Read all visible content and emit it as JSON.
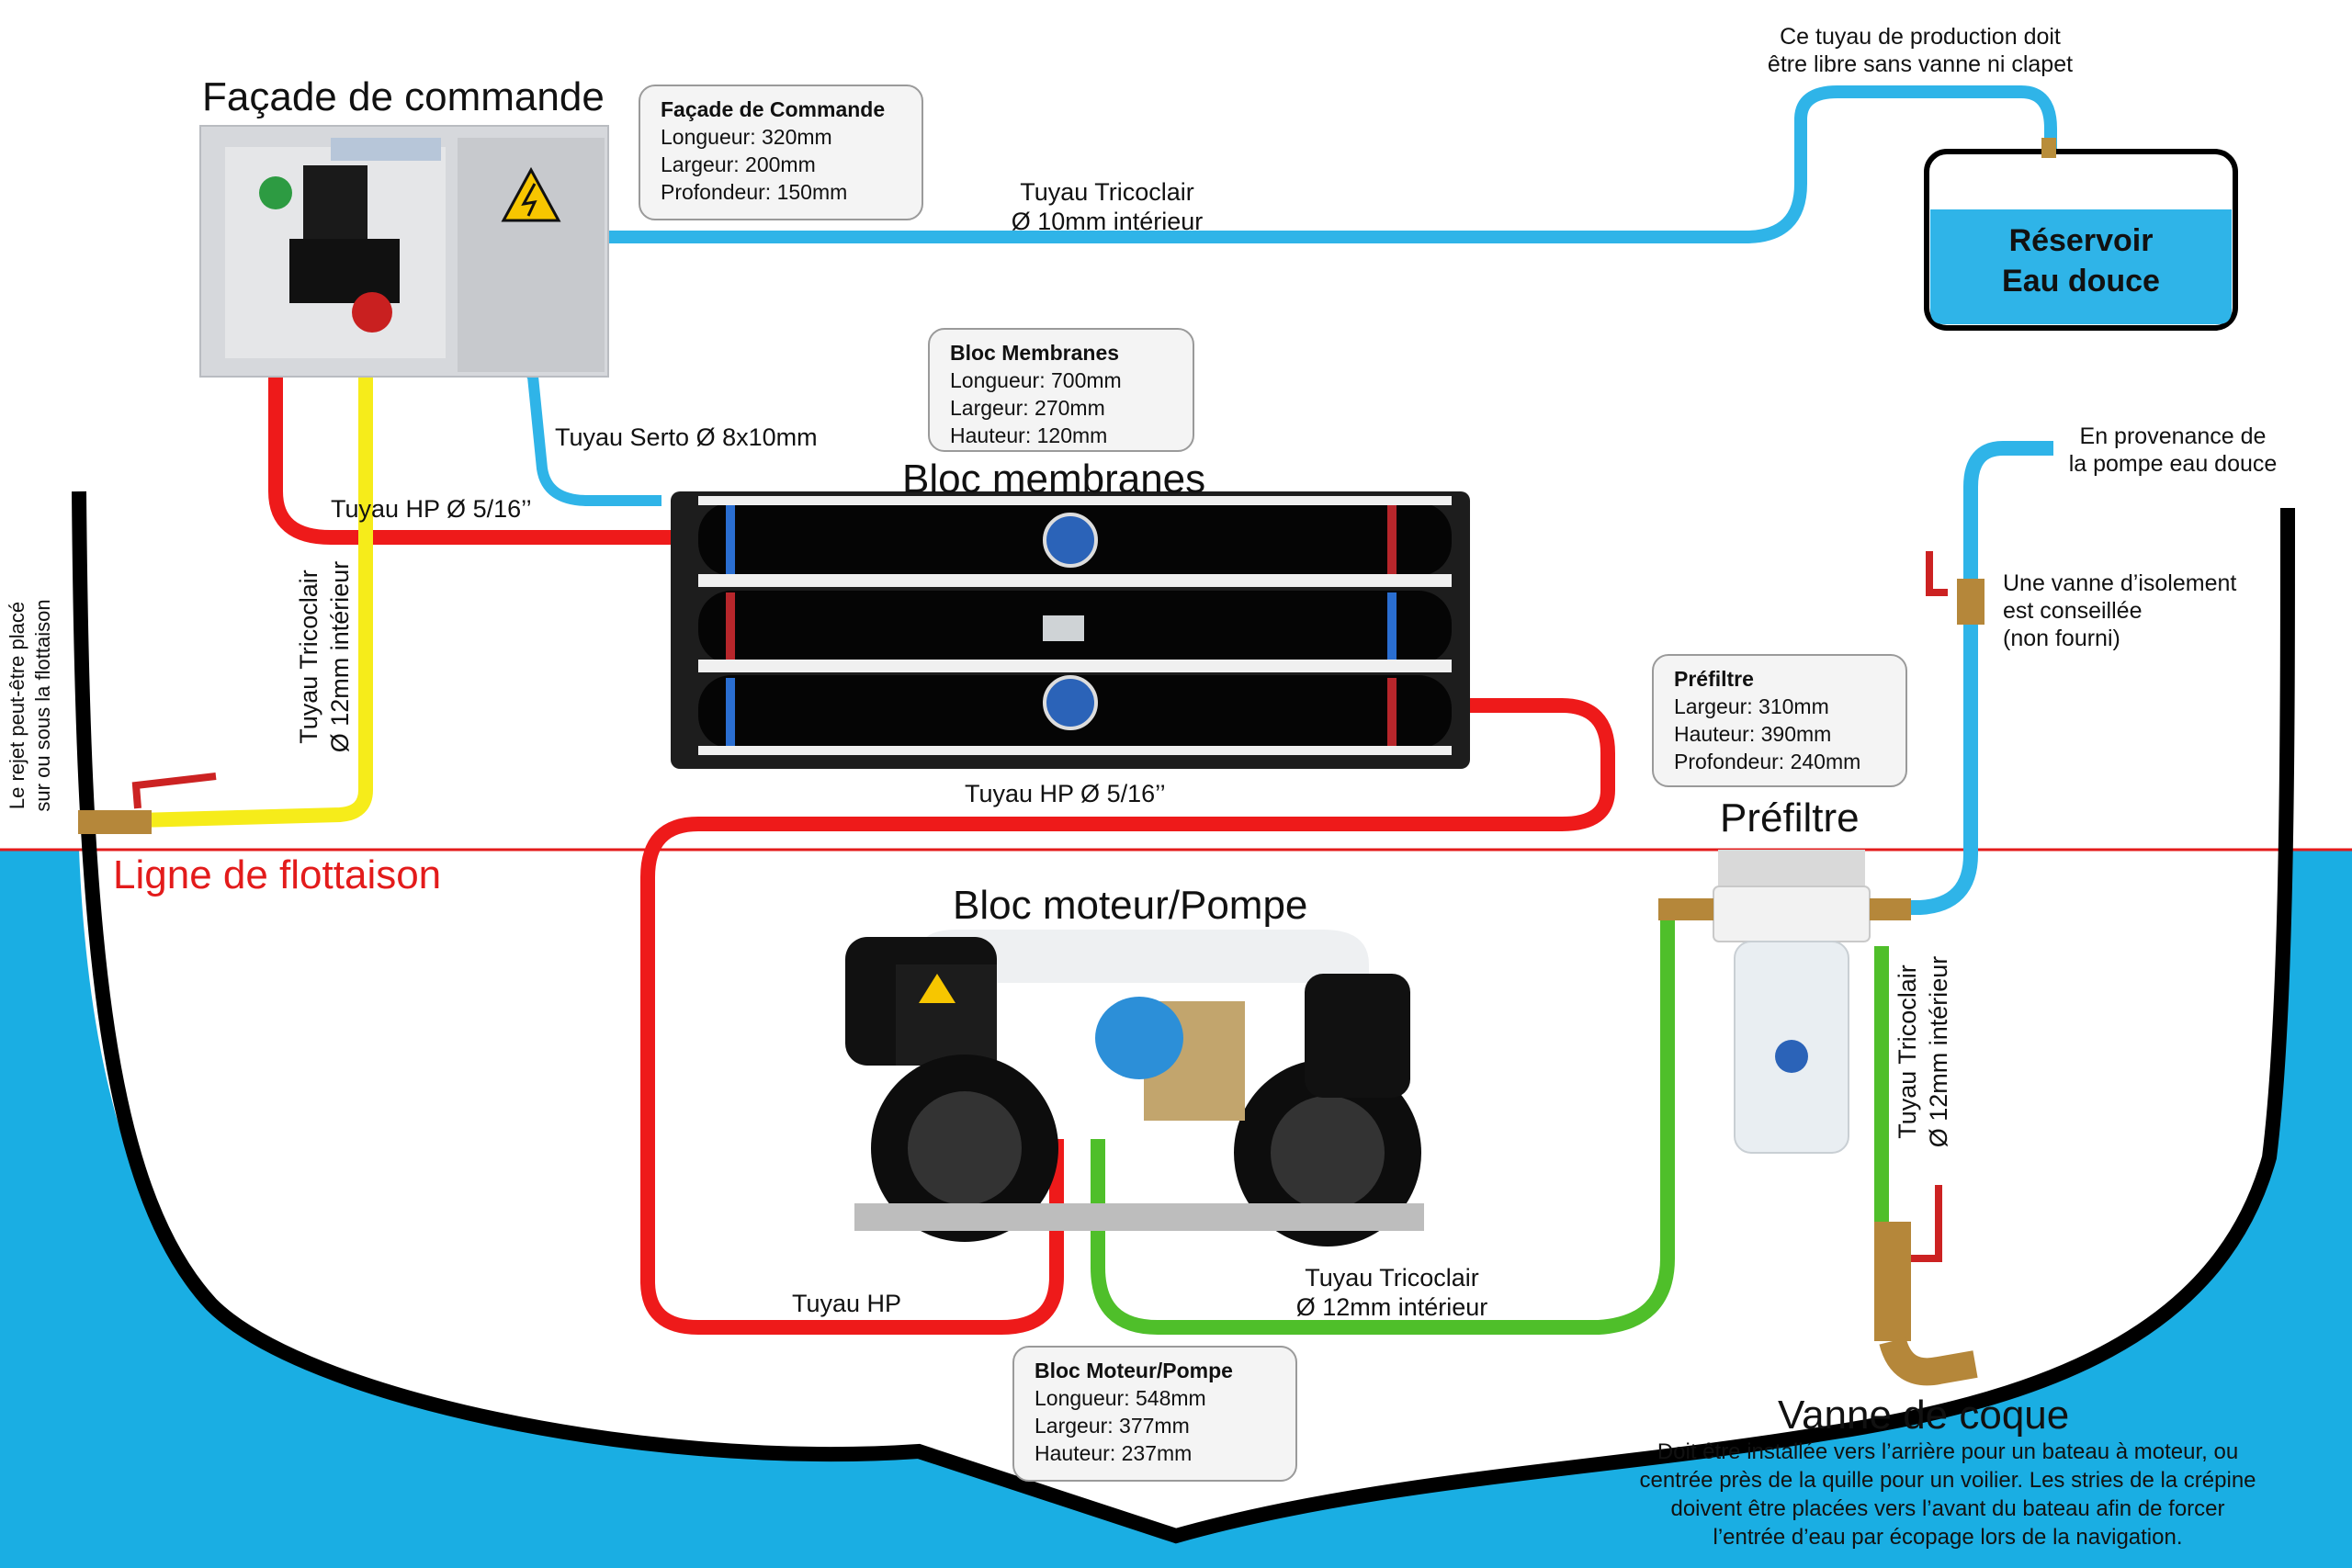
{
  "titles": {
    "facade": "Façade de commande",
    "membranes": "Bloc membranes",
    "moteur": "Bloc moteur/Pompe",
    "prefiltre": "Préfiltre",
    "flottaison": "Ligne de flottaison",
    "vanne_coque": "Vanne de coque"
  },
  "boxes": {
    "facade": {
      "title": "Façade de Commande",
      "l1": "Longueur: 320mm",
      "l2": "Largeur: 200mm",
      "l3": "Profondeur: 150mm"
    },
    "membranes": {
      "title": "Bloc Membranes",
      "l1": "Longueur: 700mm",
      "l2": "Largeur: 270mm",
      "l3": "Hauteur: 120mm"
    },
    "prefiltre": {
      "title": "Préfiltre",
      "l1": "Largeur: 310mm",
      "l2": "Hauteur: 390mm",
      "l3": "Profondeur: 240mm"
    },
    "moteur": {
      "title": "Bloc Moteur/Pompe",
      "l1": "Longueur: 548mm",
      "l2": "Largeur: 377mm",
      "l3": "Hauteur: 237mm"
    }
  },
  "pipes": {
    "tricoclair10_l1": "Tuyau Tricoclair",
    "tricoclair10_l2": "Ø 10mm intérieur",
    "serto": "Tuyau Serto Ø 8x10mm",
    "hp_top": "Tuyau HP Ø 5/16’’",
    "hp_mid": "Tuyau HP Ø 5/16’’",
    "hp_bottom": "Tuyau HP",
    "tricoclair12_bottom_l1": "Tuyau Tricoclair",
    "tricoclair12_bottom_l2": "Ø 12mm intérieur",
    "tricoclair12_left_l1": "Tuyau Tricoclair",
    "tricoclair12_left_l2": "Ø 12mm intérieur",
    "tricoclair12_right_l1": "Tuyau Tricoclair",
    "tricoclair12_right_l2": "Ø 12mm intérieur"
  },
  "notes": {
    "production_l1": "Ce tuyau de production doit",
    "production_l2": "être libre sans vanne ni clapet",
    "provenance_l1": "En provenance de",
    "provenance_l2": "la pompe eau douce",
    "vanne_iso_l1": "Une vanne d’isolement",
    "vanne_iso_l2": "est conseillée",
    "vanne_iso_l3": "(non fourni)",
    "rejet_l1": "Le rejet peut-être placé",
    "rejet_l2": "sur ou sous la flottaison",
    "coque_l1": "Doit être installée vers l’arrière pour un bateau à moteur, ou",
    "coque_l2": "centrée près de la quille pour un voilier. Les stries de la crépine",
    "coque_l3": "doivent être placées vers l’avant du bateau afin de forcer",
    "coque_l4": "l’entrée d’eau par écopage lors de la navigation."
  },
  "reservoir": {
    "l1": "Réservoir",
    "l2": "Eau douce"
  },
  "colors": {
    "water": "#1aaee3",
    "pipe_blue": "#2fb4e8",
    "pipe_red": "#ee1a1a",
    "pipe_yellow": "#f6ec1a",
    "pipe_green": "#4fbf2a",
    "hull": "#000000",
    "waterline": "#e31b1b"
  }
}
